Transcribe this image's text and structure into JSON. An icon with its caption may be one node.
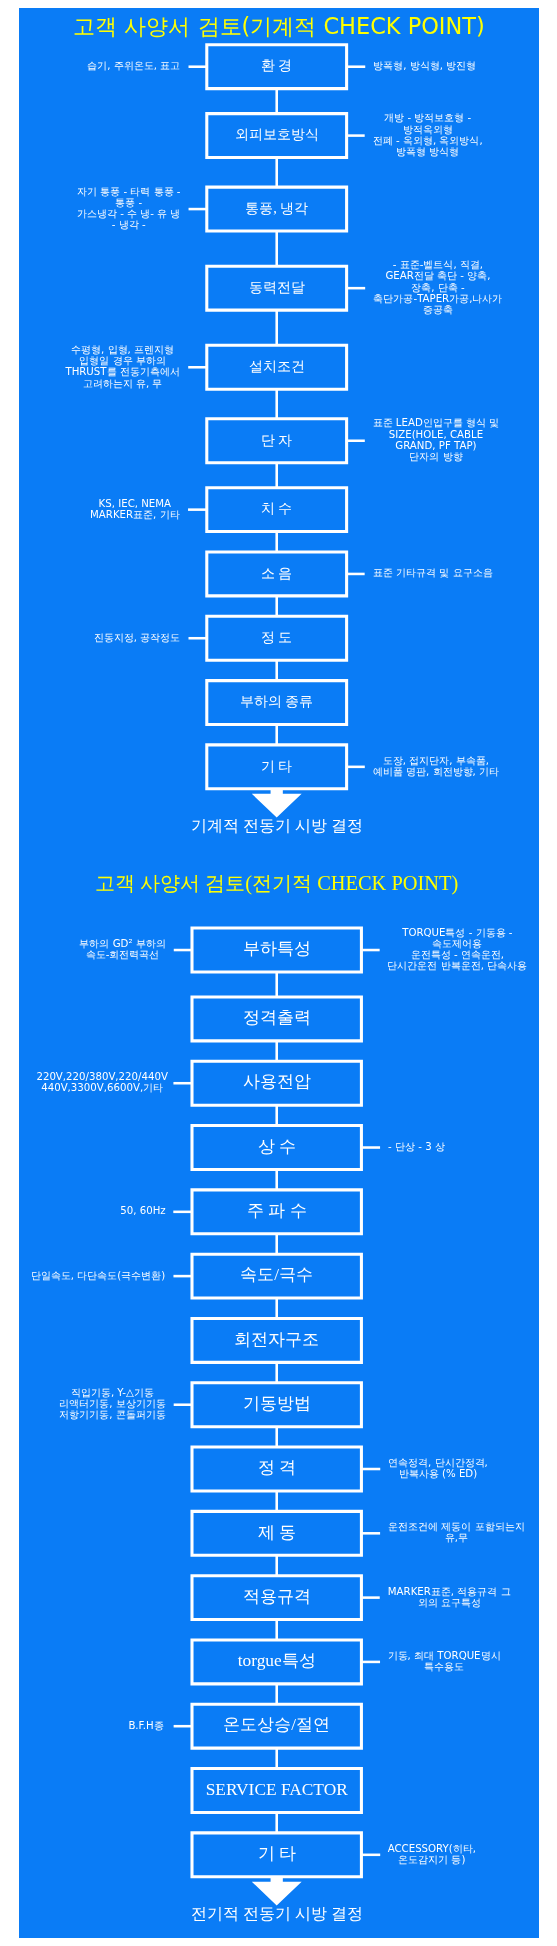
{
  "diagram": {
    "title": "고객 사양서 검토(기계적 CHECK POINT)",
    "nodes": [
      {
        "text": [
          "습기, 주위온도, 표고"
        ]
      },
      {
        "text": [
          "환 경"
        ]
      },
      {
        "text": [
          "방폭형, 방식형, 방진형"
        ]
      },
      {
        "text": [
          "외피보호방식"
        ]
      },
      {
        "text": [
          "개방 - 방적보호형 - 방적옥외형",
          "전폐 - 옥외형, 옥외방식, 방폭형 방식형"
        ]
      },
      {
        "text": [
          "자기 통풍 - 타력 통풍 - 통풍 -",
          "가스냉각 - 수 냉- 유 냉 - 냉각 -"
        ]
      },
      {
        "text": [
          "통풍, 냉각"
        ]
      },
      {
        "text": [
          "동력전달"
        ]
      },
      {
        "text": [
          "- 표준-벨트식, 직결, GEAR전달 축단 - 양축, 장축, 단축 - 축단가공-TAPER가공,나사가 증공축"
        ]
      },
      {
        "text": [
          "수평형, 입형, 프렌지형 입형일 경우 부하의 THRUST를 전동기측에서 고려하는지 유, 무"
        ]
      },
      {
        "text": [
          "설치조건"
        ]
      },
      {
        "text": [
          "단 자"
        ]
      },
      {
        "text": [
          "표준 LEAD인입구를 형식 및 SIZE(HOLE, CABLE GRAND, PF TAP) 단자의 방향"
        ]
      },
      {
        "text": [
          "KS, IEC, NEMA MARKER표준, 기타"
        ]
      },
      {
        "text": [
          "치 수"
        ]
      },
      {
        "text": [
          "소 음"
        ]
      },
      {
        "text": [
          "표준 기타규격 및 요구소음"
        ]
      },
      {
        "text": [
          "진동지정, 공작정도"
        ]
      },
      {
        "text": [
          "정 도"
        ]
      },
      {
        "text": [
          "부하의 종류"
        ]
      },
      {
        "text": [
          "기 타"
        ]
      },
      {
        "text": [
          "도장, 접지단자, 부속품, 예비품 명판, 회전방향, 기타"
        ]
      },
      {
        "text": [
          "기계적 전동기 시방 결정"
        ]
      },
      {
        "text": [
          "부하의 GD² 부하의 속도-회전력곡선"
        ]
      },
      {
        "text": [
          "부하특성"
        ]
      },
      {
        "text": [
          "TORQUE특성 - 기동용 - 속도제어용",
          "운전특성 - 연속운전, 단시간운전 반복운전, 단속사용"
        ]
      },
      {
        "text": [
          "정격출력"
        ]
      },
      {
        "text": [
          "220V,220/380V,220/440V 440V,3300V,6600V,기타"
        ]
      },
      {
        "text": [
          "사용전압"
        ]
      },
      {
        "text": [
          "상 수"
        ]
      },
      {
        "text": [
          "- 단상 - 3 상"
        ]
      },
      {
        "text": [
          "50, 60Hz"
        ]
      },
      {
        "text": [
          "주 파 수"
        ]
      },
      {
        "text": [
          "단일속도, 다단속도(극수변환)"
        ]
      },
      {
        "text": [
          "속도/극수"
        ]
      },
      {
        "text": [
          "회전자구조"
        ]
      },
      {
        "text": [
          "직입기동, Y-△기동 리액터기동, 보상기기동 저항기기동, 콘돌퍼기동"
        ]
      },
      {
        "text": [
          "기동방법"
        ]
      },
      {
        "text": [
          "정 격"
        ]
      },
      {
        "text": [
          "연속정격, 단시간정격, 반복사용 (% ED)"
        ]
      },
      {
        "text": [
          "제 동"
        ]
      },
      {
        "text": [
          "운전조건에 제동이 포함되는지 유,무"
        ]
      },
      {
        "text": [
          "적용규격"
        ]
      },
      {
        "text": [
          "MARKER표준, 적용규격 그 외의 요구특성"
        ]
      },
      {
        "text": [
          "torgue특성"
        ]
      },
      {
        "text": [
          "기동, 최대 TORQUE명시 특수용도"
        ]
      },
      {
        "text": [
          "B.F.H종"
        ]
      },
      {
        "text": [
          "온도상승/절연"
        ]
      },
      {
        "text": [
          "SERVICE FACTOR"
        ]
      },
      {
        "text": [
          "기 타"
        ]
      },
      {
        "text": [
          "ACCESSORY(히타, 온도감지기 등)"
        ]
      },
      {
        "text": [
          "전기적 전동기 시방 결정"
        ]
      }
    ],
    "edges": [
      {
        "from": 0,
        "to": 1,
        "arrow": "none"
      },
      {
        "from": 1,
        "to": 2,
        "arrow": "none"
      },
      {
        "from": 1,
        "to": 3,
        "arrow": "none"
      },
      {
        "from": 3,
        "to": 4,
        "arrow": "none"
      },
      {
        "from": 3,
        "to": 6,
        "arrow": "none"
      },
      {
        "from": 5,
        "to": 6,
        "arrow": "none"
      },
      {
        "from": 6,
        "to": 7,
        "arrow": "none"
      },
      {
        "from": 7,
        "to": 8,
        "arrow": "none"
      },
      {
        "from": 7,
        "to": 10,
        "arrow": "none"
      },
      {
        "from": 9,
        "to": 10,
        "arrow": "none"
      },
      {
        "from": 10,
        "to": 11,
        "arrow": "none"
      },
      {
        "from": 11,
        "to": 12,
        "arrow": "none"
      },
      {
        "from": 11,
        "to": 14,
        "arrow": "none"
      },
      {
        "from": 13,
        "to": 14,
        "arrow": "none"
      },
      {
        "from": 14,
        "to": 15,
        "arrow": "none"
      },
      {
        "from": 15,
        "to": 16,
        "arrow": "none"
      },
      {
        "from": 15,
        "to": 18,
        "arrow": "none"
      },
      {
        "from": 17,
        "to": 18,
        "arrow": "none"
      },
      {
        "from": 18,
        "to": 19,
        "arrow": "none"
      },
      {
        "from": 19,
        "to": 20,
        "arrow": "none"
      },
      {
        "from": 20,
        "to": 21,
        "arrow": "none"
      },
      {
        "from": 20,
        "to": 22,
        "arrow": "to",
        "style": "thick"
      },
      {
        "from": 23,
        "to": 24,
        "arrow": "none"
      },
      {
        "from": 24,
        "to": 25,
        "arrow": "none"
      },
      {
        "from": 24,
        "to": 26,
        "arrow": "none"
      },
      {
        "from": 26,
        "to": 28,
        "arrow": "none"
      },
      {
        "from": 27,
        "to": 28,
        "arrow": "none"
      },
      {
        "from": 28,
        "to": 29,
        "arrow": "none"
      },
      {
        "from": 29,
        "to": 30,
        "arrow": "none"
      },
      {
        "from": 29,
        "to": 32,
        "arrow": "none"
      },
      {
        "from": 31,
        "to": 32,
        "arrow": "none"
      },
      {
        "from": 32,
        "to": 34,
        "arrow": "none"
      },
      {
        "from": 33,
        "to": 34,
        "arrow": "none"
      },
      {
        "from": 34,
        "to": 35,
        "arrow": "none"
      },
      {
        "from": 35,
        "to": 37,
        "arrow": "none"
      },
      {
        "from": 36,
        "to": 37,
        "arrow": "none"
      },
      {
        "from": 37,
        "to": 38,
        "arrow": "none"
      },
      {
        "from": 38,
        "to": 39,
        "arrow": "none"
      },
      {
        "from": 38,
        "to": 40,
        "arrow": "none"
      },
      {
        "from": 40,
        "to": 41,
        "arrow": "none"
      },
      {
        "from": 40,
        "to": 42,
        "arrow": "none"
      },
      {
        "from": 42,
        "to": 43,
        "arrow": "none"
      },
      {
        "from": 42,
        "to": 44,
        "arrow": "none"
      },
      {
        "from": 44,
        "to": 45,
        "arrow": "none"
      },
      {
        "from": 44,
        "to": 47,
        "arrow": "none"
      },
      {
        "from": 46,
        "to": 47,
        "arrow": "none"
      },
      {
        "from": 47,
        "to": 48,
        "arrow": "none"
      },
      {
        "from": 48,
        "to": 49,
        "arrow": "none"
      },
      {
        "from": 49,
        "to": 50,
        "arrow": "none"
      },
      {
        "from": 49,
        "to": 51,
        "arrow": "to",
        "style": "thick"
      }
    ],
    "labels": [
      "고객 사양서 검토(전기적 CHECK POINT)"
    ]
  }
}
